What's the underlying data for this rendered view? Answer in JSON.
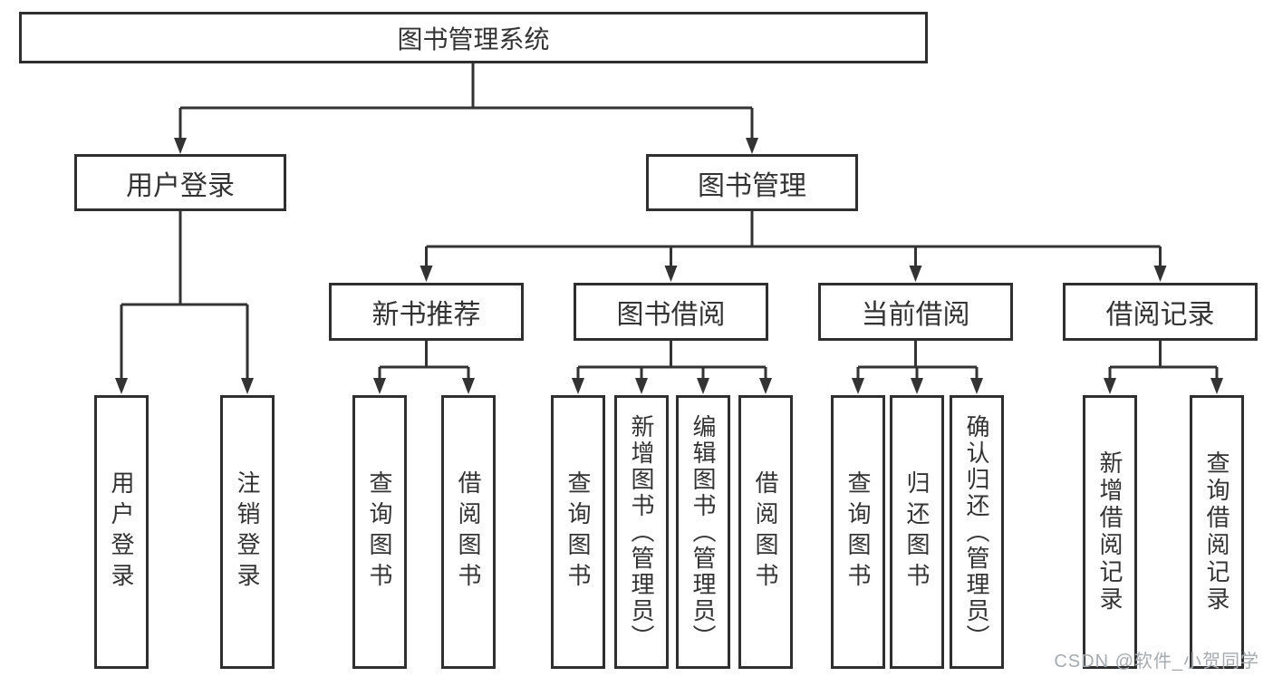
{
  "colors": {
    "line": "#333333",
    "box_border": "#2f2f2f",
    "text": "#333333",
    "background": "#ffffff",
    "watermark": "#a6abb0"
  },
  "watermark": {
    "text": "CSDN @软件_小贺同学"
  },
  "tree": {
    "root": {
      "label": "图书管理系统"
    },
    "branches": [
      {
        "label": "用户登录",
        "children": [
          {
            "label": "用户登录"
          },
          {
            "label": "注销登录"
          }
        ]
      },
      {
        "label": "图书管理",
        "children": [
          {
            "label": "新书推荐",
            "children": [
              {
                "label": "查询图书"
              },
              {
                "label": "借阅图书"
              }
            ]
          },
          {
            "label": "图书借阅",
            "children": [
              {
                "label": "查询图书"
              },
              {
                "label": "新增图书（管理员）"
              },
              {
                "label": "编辑图书（管理员）"
              },
              {
                "label": "借阅图书"
              }
            ]
          },
          {
            "label": "当前借阅",
            "children": [
              {
                "label": "查询图书"
              },
              {
                "label": "归还图书"
              },
              {
                "label": "确认归还（管理员）"
              }
            ]
          },
          {
            "label": "借阅记录",
            "children": [
              {
                "label": "新增借阅记录"
              },
              {
                "label": "查询借阅记录"
              }
            ]
          }
        ]
      }
    ]
  }
}
